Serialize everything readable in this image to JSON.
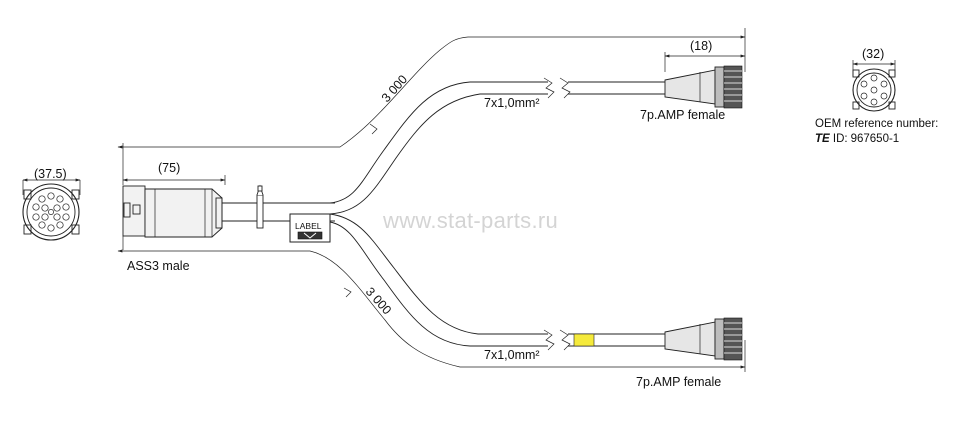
{
  "watermark": "www.stat-parts.ru",
  "left_connector": {
    "diameter_label": "(37.5)",
    "length_label": "(75)",
    "name": "ASS3 male"
  },
  "label_box": {
    "text": "LABEL"
  },
  "upper_branch": {
    "length_label": "3 000",
    "wire_spec": "7x1,0mm²",
    "connector_length_label": "(18)",
    "connector_name": "7p.AMP female"
  },
  "lower_branch": {
    "length_label": "3 000",
    "wire_spec": "7x1,0mm²",
    "connector_name": "7p.AMP female",
    "marker_color": "#f5ea3c"
  },
  "right_face": {
    "diameter_label": "(32)",
    "oem_heading": "OEM reference number:",
    "brand": "TE",
    "id_label": " ID:",
    "id_value": "967650-1"
  }
}
